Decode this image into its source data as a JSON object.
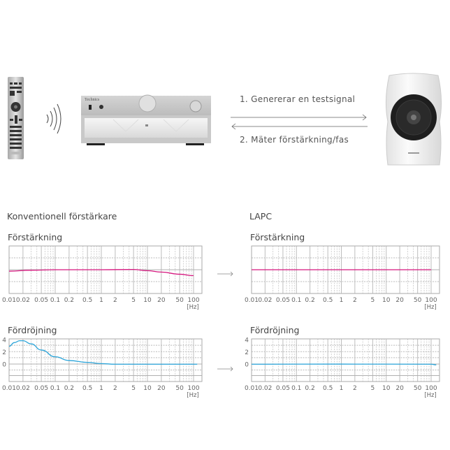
{
  "flow": {
    "step1": "1. Genererar en testsignal",
    "step2": "2. Mäter förstärkning/fas"
  },
  "devices": {
    "remote": "remote-control",
    "amplifier": "amplifier",
    "speaker": "speaker",
    "brand_text": "Technics"
  },
  "sections": {
    "left_title": "Konventionell förstärkare",
    "right_title": "LAPC"
  },
  "colors": {
    "gain": "#d6177f",
    "delay": "#2aa4d9",
    "grid": "#b5b5b5"
  },
  "chart_data": [
    {
      "id": "conv-gain",
      "type": "line",
      "title": "Förstärkning",
      "xscale": "log",
      "xlim": [
        0.01,
        100
      ],
      "ylim": [
        -2,
        2
      ],
      "xunit": "[Hz]",
      "xticks": [
        "0.01",
        "0.02",
        "0.05",
        "0.1",
        "0.2",
        "0.5",
        "1",
        "2",
        "5",
        "10",
        "20",
        "50",
        "100"
      ],
      "yticks": [],
      "series": [
        {
          "name": "gain",
          "color": "#d6177f",
          "x": [
            0.01,
            0.03,
            0.1,
            1,
            5,
            10,
            20,
            50,
            100
          ],
          "y": [
            -0.12,
            -0.04,
            0,
            0,
            0.02,
            -0.08,
            -0.2,
            -0.38,
            -0.5
          ]
        }
      ]
    },
    {
      "id": "lapc-gain",
      "type": "line",
      "title": "Förstärkning",
      "xscale": "log",
      "xlim": [
        0.01,
        100
      ],
      "ylim": [
        -2,
        2
      ],
      "xunit": "[Hz]",
      "xticks": [
        "0.01",
        "0.02",
        "0.05",
        "0.1",
        "0.2",
        "0.5",
        "1",
        "2",
        "5",
        "10",
        "20",
        "50",
        "100"
      ],
      "yticks": [],
      "series": [
        {
          "name": "gain",
          "color": "#d6177f",
          "x": [
            0.01,
            100
          ],
          "y": [
            0,
            0
          ]
        }
      ]
    },
    {
      "id": "conv-delay",
      "type": "line",
      "title": "Fördröjning",
      "xscale": "log",
      "xlim": [
        0.01,
        100
      ],
      "ylim": [
        -2.8,
        4.1
      ],
      "xunit": "[Hz]",
      "xticks": [
        "0.01",
        "0.02",
        "0.05",
        "0.1",
        "0.2",
        "0.5",
        "1",
        "2",
        "5",
        "10",
        "20",
        "50",
        "100"
      ],
      "yticks": [
        "4",
        "2",
        "0"
      ],
      "series": [
        {
          "name": "delay",
          "color": "#2aa4d9",
          "x": [
            0.01,
            0.013,
            0.017,
            0.02,
            0.03,
            0.05,
            0.1,
            0.2,
            0.5,
            1,
            2,
            10,
            120
          ],
          "y": [
            2.9,
            3.5,
            3.8,
            3.8,
            3.3,
            2.3,
            1.2,
            0.6,
            0.3,
            0.1,
            0,
            0,
            0
          ]
        }
      ]
    },
    {
      "id": "lapc-delay",
      "type": "line",
      "title": "Fördröjning",
      "xscale": "log",
      "xlim": [
        0.01,
        100
      ],
      "ylim": [
        -2.8,
        4.1
      ],
      "xunit": "[Hz]",
      "xticks": [
        "0.01",
        "0.02",
        "0.05",
        "0.1",
        "0.2",
        "0.5",
        "1",
        "2",
        "5",
        "10",
        "20",
        "50",
        "100"
      ],
      "yticks": [
        "4",
        "2",
        "0"
      ],
      "series": [
        {
          "name": "delay",
          "color": "#2aa4d9",
          "x": [
            0.01,
            1,
            100,
            130
          ],
          "y": [
            0,
            0.02,
            0,
            -0.1
          ]
        }
      ]
    }
  ]
}
